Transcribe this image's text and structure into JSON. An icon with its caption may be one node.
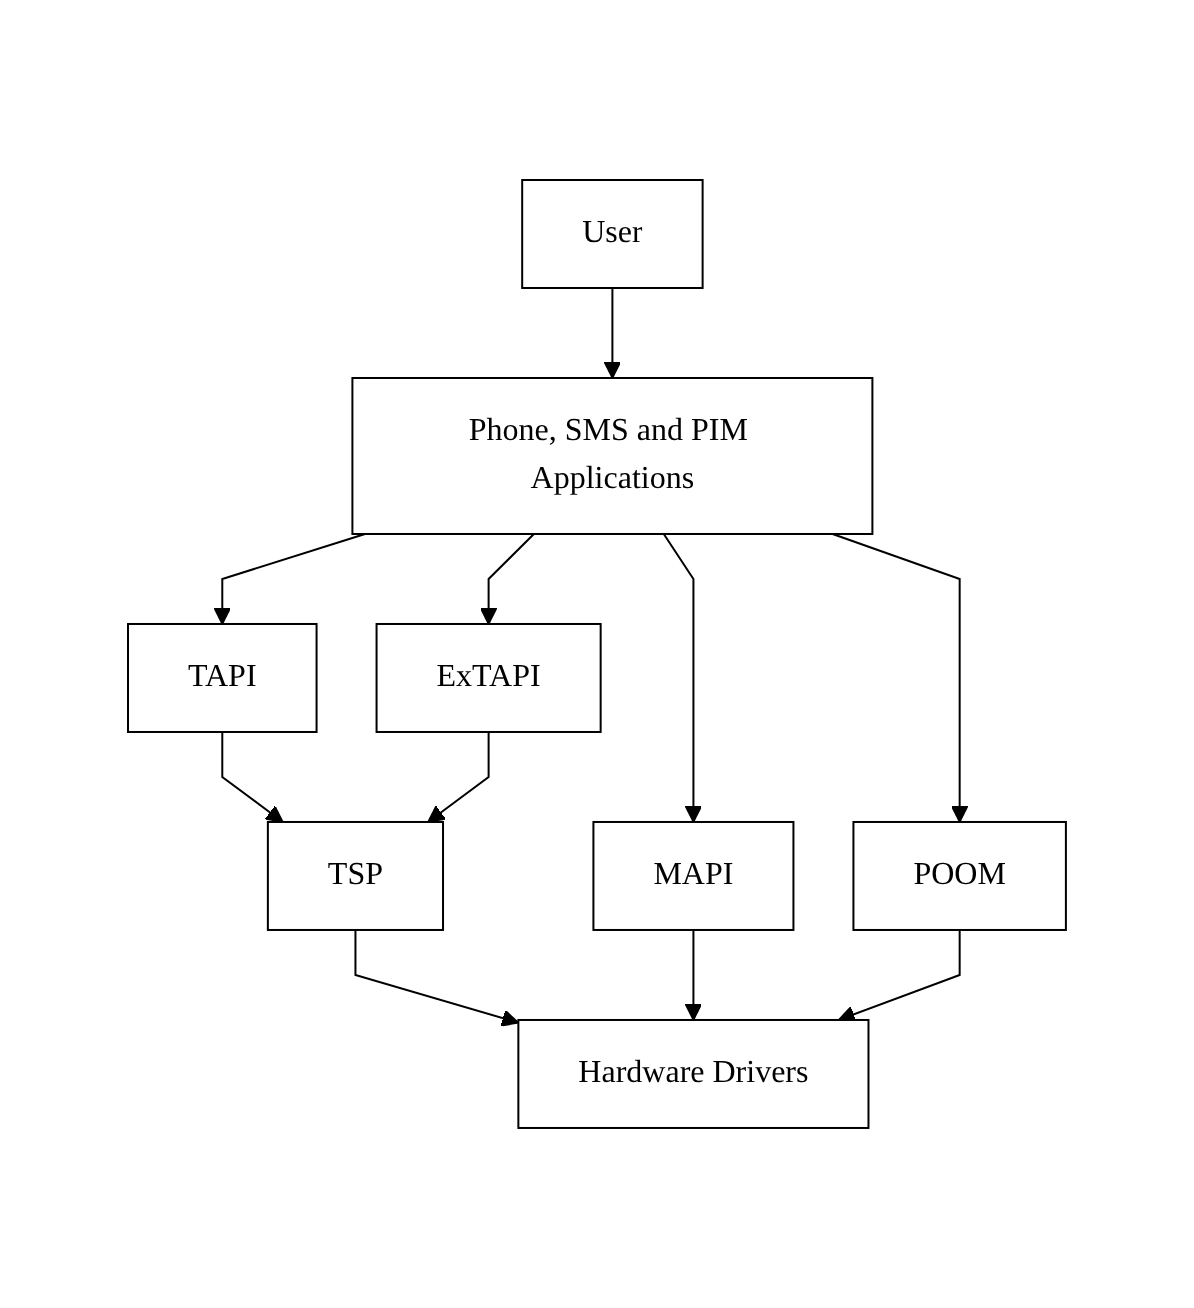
{
  "diagram": {
    "nodes": [
      {
        "text": [
          "User"
        ]
      },
      {
        "text": [
          "Phone, SMS and PIM Applications"
        ]
      },
      {
        "text": [
          "TAPI"
        ]
      },
      {
        "text": [
          "ExTAPI"
        ]
      },
      {
        "text": [
          "MAPI"
        ]
      },
      {
        "text": [
          "POOM"
        ]
      },
      {
        "text": [
          "TSP"
        ]
      },
      {
        "text": [
          "Hardware Drivers"
        ]
      }
    ],
    "edges": [
      {
        "from": 0,
        "to": 1,
        "arrow": "to"
      },
      {
        "from": 1,
        "to": 2,
        "arrow": "to"
      },
      {
        "from": 1,
        "to": 3,
        "arrow": "to"
      },
      {
        "from": 1,
        "to": 4,
        "arrow": "to"
      },
      {
        "from": 1,
        "to": 5,
        "arrow": "to"
      },
      {
        "from": 2,
        "to": 6,
        "arrow": "to"
      },
      {
        "from": 3,
        "to": 6,
        "arrow": "to"
      },
      {
        "from": 6,
        "to": 7,
        "arrow": "to"
      },
      {
        "from": 4,
        "to": 7,
        "arrow": "to"
      },
      {
        "from": 5,
        "to": 7,
        "arrow": "to"
      }
    ]
  }
}
